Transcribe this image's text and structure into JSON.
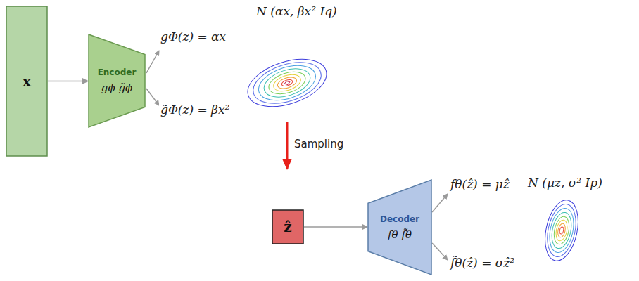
{
  "diagram": {
    "nodes": [
      {
        "text": [
          "x"
        ]
      },
      {
        "text": [
          "Encoder",
          "gϕ g̃ϕ"
        ]
      },
      {
        "text": [
          "ẑ"
        ]
      },
      {
        "text": [
          "Decoder",
          "fθ f̃θ"
        ]
      }
    ],
    "edges": [
      {
        "from": 0,
        "to": 1,
        "arrow": "to"
      },
      {
        "from": 2,
        "to": 3,
        "arrow": "to"
      }
    ],
    "labels": [
      "gΦ(z) = αx",
      "g̃Φ(z) = βx²",
      "N (αx, βx² Iq)",
      "Sampling",
      "fθ(ẑ) = μẑ",
      "f̃θ(ẑ) = σẑ²",
      "N (μz, σ² Ip)"
    ]
  }
}
